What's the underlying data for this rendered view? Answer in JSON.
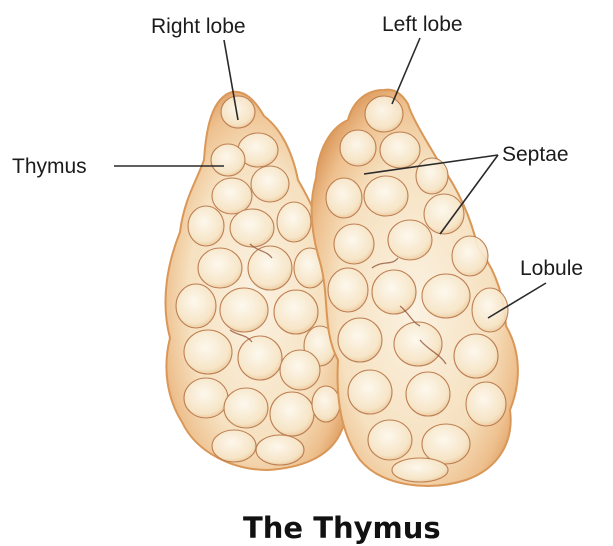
{
  "labels": {
    "right_lobe": "Right lobe",
    "left_lobe": "Left lobe",
    "thymus": "Thymus",
    "septae": "Septae",
    "lobule": "Lobule"
  },
  "caption": "The Thymus",
  "colors": {
    "lobe_outer": "#e0a26a",
    "lobe_inner": "#f8ead2",
    "lobule_fill": "#fbf1df",
    "septa_line": "#9a5a3a",
    "text": "#1c1c1c"
  }
}
